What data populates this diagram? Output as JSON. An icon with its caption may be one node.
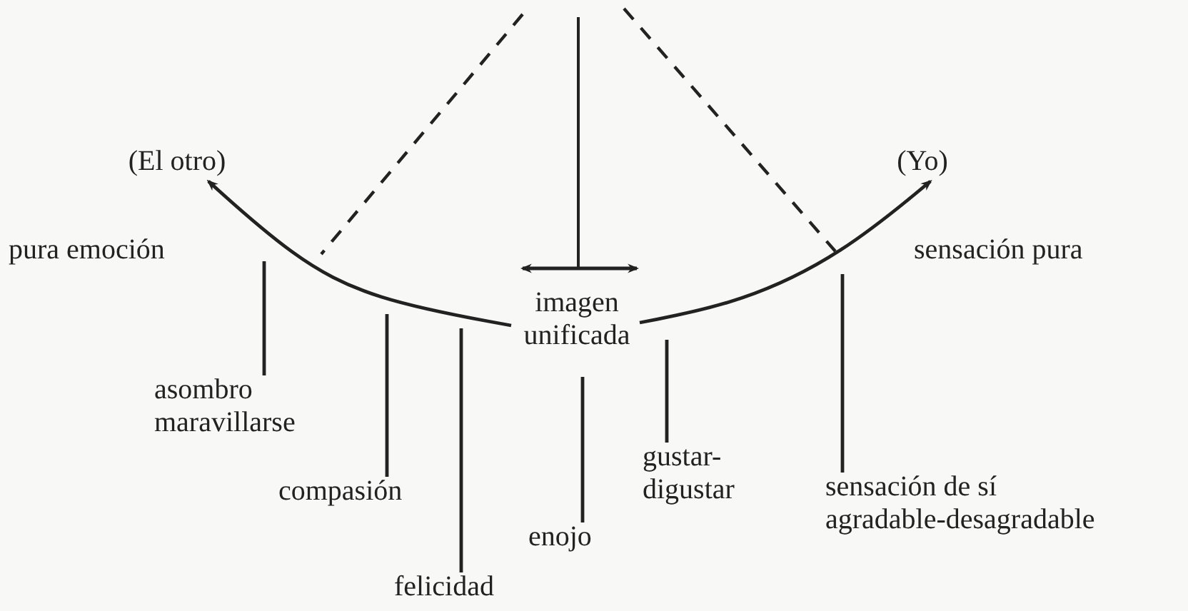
{
  "diagram": {
    "nodes": [
      {
        "text": [
          "(El otro)"
        ]
      },
      {
        "text": [
          "(Yo)"
        ]
      },
      {
        "text": [
          "imagen unificada"
        ]
      },
      {
        "text": [
          "asombro maravillarse"
        ]
      },
      {
        "text": [
          "compasión"
        ]
      },
      {
        "text": [
          "felicidad"
        ]
      },
      {
        "text": [
          "enojo"
        ]
      },
      {
        "text": [
          "gustar- digustar"
        ]
      },
      {
        "text": [
          "sensación de sí agradable-desagradable"
        ]
      }
    ],
    "edges": [
      {
        "from": 2,
        "to": 0,
        "arrow": "to"
      },
      {
        "from": 2,
        "to": 1,
        "arrow": "to"
      },
      {
        "from": 3,
        "to": null,
        "arrow": "none"
      },
      {
        "from": 4,
        "to": null,
        "arrow": "none"
      },
      {
        "from": 5,
        "to": null,
        "arrow": "none"
      },
      {
        "from": 6,
        "to": null,
        "arrow": "none"
      },
      {
        "from": 7,
        "to": null,
        "arrow": "none"
      },
      {
        "from": 8,
        "to": null,
        "arrow": "none"
      }
    ],
    "labels": [
      "pura emoción",
      "sensación pura"
    ]
  }
}
